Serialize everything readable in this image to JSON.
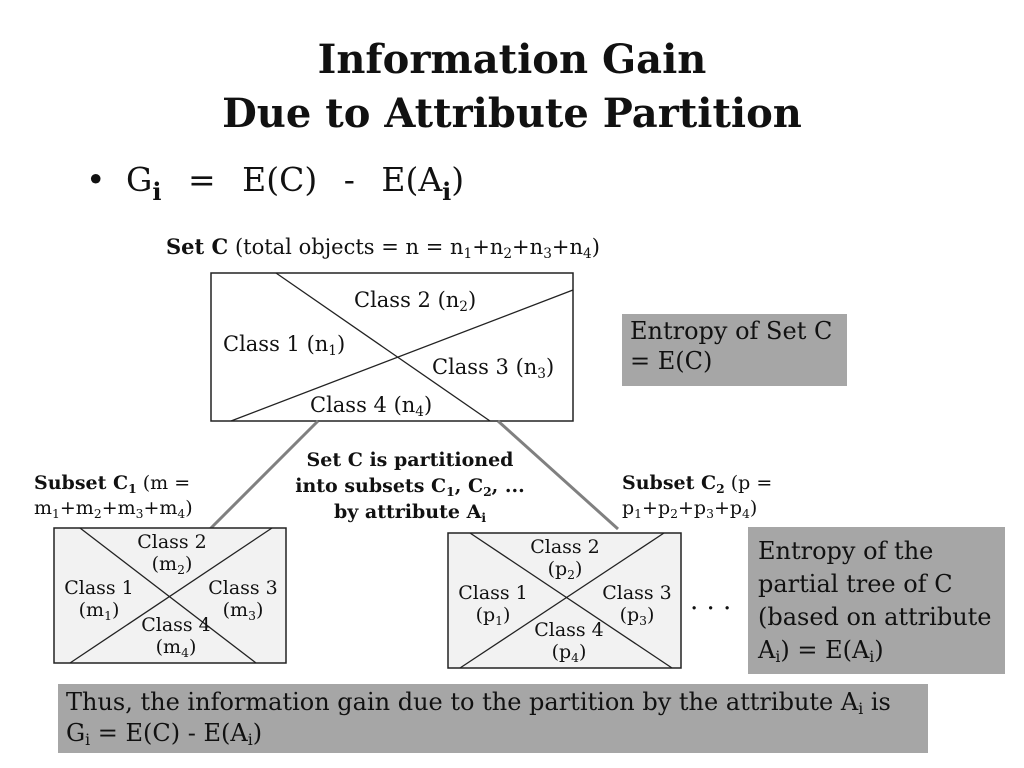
{
  "title": {
    "line1": "Information Gain",
    "line2": "Due to Attribute Partition"
  },
  "formula": {
    "bullet": "•",
    "G": "G",
    "i": "i",
    "eq": "=",
    "ec": "E(C)",
    "minus": "-",
    "ea_open": "E(A",
    "ea_close": ")"
  },
  "set_c": {
    "heading_bold": "Set C",
    "heading_rest": "(total objects = n = n",
    "plus": "+",
    "close": ")",
    "subs": [
      "1",
      "2",
      "3",
      "4"
    ],
    "n": "n",
    "classes": [
      {
        "label": "Class 1 (n",
        "sub": "1",
        "end": ")"
      },
      {
        "label": "Class 2 (n",
        "sub": "2",
        "end": ")"
      },
      {
        "label": "Class 3 (n",
        "sub": "3",
        "end": ")"
      },
      {
        "label": "Class 4 (n",
        "sub": "4",
        "end": ")"
      }
    ]
  },
  "entropy_set": {
    "line1": "Entropy of Set C",
    "line2": "= E(C)"
  },
  "partition_note": {
    "line1": "Set C is partitioned",
    "line2a": "into subsets C",
    "line2b": ", C",
    "line2c": ", ...",
    "line3a": "by attribute A",
    "s1": "1",
    "s2": "2",
    "si": "i"
  },
  "subset1": {
    "bold": "Subset C",
    "sub": "1",
    "rest": " (m =",
    "line2": [
      "m",
      "1",
      "+m",
      "2",
      "+m",
      "3",
      "+m",
      "4",
      ")"
    ],
    "classes": [
      {
        "name": "Class 1",
        "count": "(m",
        "sub": "1",
        "end": ")"
      },
      {
        "name": "Class 2",
        "count": "(m",
        "sub": "2",
        "end": ")"
      },
      {
        "name": "Class 3",
        "count": "(m",
        "sub": "3",
        "end": ")"
      },
      {
        "name": "Class 4",
        "count": "(m",
        "sub": "4",
        "end": ")"
      }
    ]
  },
  "subset2": {
    "bold": "Subset C",
    "sub": "2",
    "rest": " (p =",
    "line2": [
      "p",
      "1",
      "+p",
      "2",
      "+p",
      "3",
      "+p",
      "4",
      ")"
    ],
    "classes": [
      {
        "name": "Class 1",
        "count": "(p",
        "sub": "1",
        "end": ")"
      },
      {
        "name": "Class 2",
        "count": "(p",
        "sub": "2",
        "end": ")"
      },
      {
        "name": "Class 3",
        "count": "(p",
        "sub": "3",
        "end": ")"
      },
      {
        "name": "Class 4",
        "count": "(p",
        "sub": "4",
        "end": ")"
      }
    ]
  },
  "ellipsis": ". . .",
  "entropy_partial": {
    "line1": "Entropy of the",
    "line2": "partial tree of C",
    "line3": "(based on attribute",
    "line4a": "A",
    "line4b": ") = E(A",
    "line4c": ")",
    "i": "i"
  },
  "conclusion": {
    "line1a": "Thus, the information gain due to the partition by the attribute A",
    "line1b": " is",
    "line2a": "G",
    "line2b": " = E(C) - E(A",
    "line2c": ")",
    "i": "i"
  },
  "colors": {
    "grey_box": "#a6a6a6",
    "subset_fill": "#f2f2f2",
    "connector": "#808080"
  }
}
